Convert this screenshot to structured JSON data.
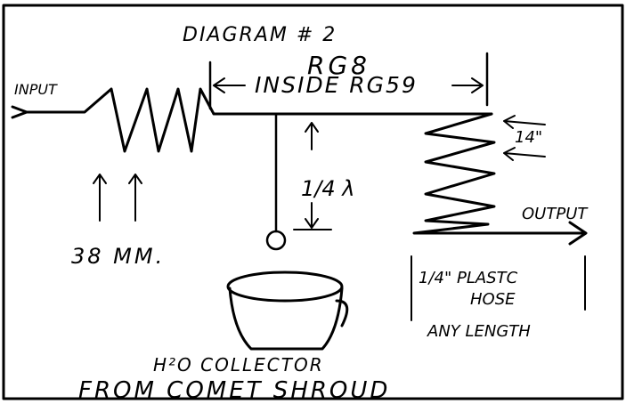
{
  "diagram": {
    "title": "DIAGRAM # 2",
    "cable_type": "RG8",
    "inner_cable": "INSIDE RG59",
    "input_label": "INPUT",
    "output_label": "OUTPUT",
    "coil_diameter": "38 MM.",
    "stub_length": "1/4 λ",
    "spacing": "14\"",
    "hose_line1": "1/4\" PLASTC",
    "hose_line2": "HOSE",
    "hose_line3": "ANY LENGTH",
    "collector_line1": "H²O COLLECTOR",
    "collector_line2": "FROM COMET SHROUD"
  }
}
